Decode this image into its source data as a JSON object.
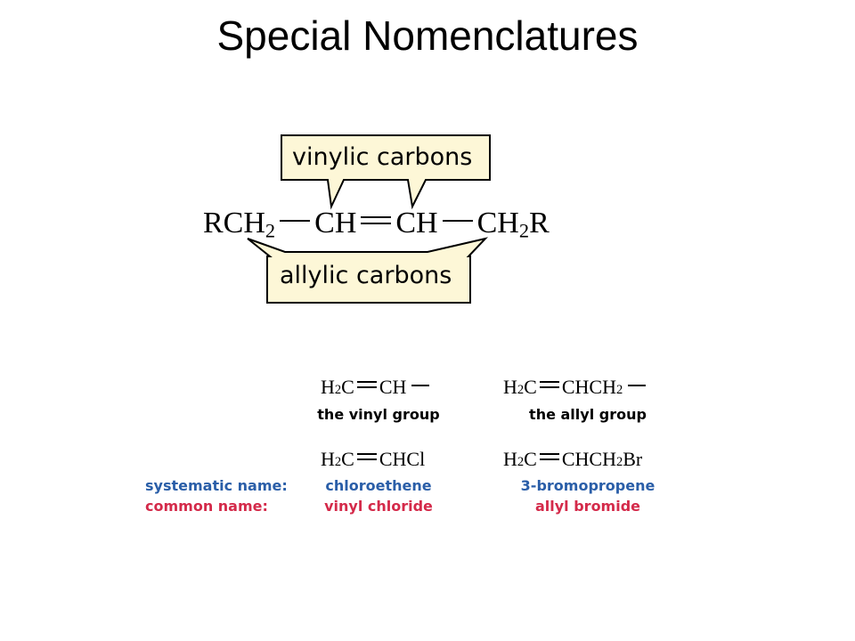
{
  "title": "Special Nomenclatures",
  "callouts": {
    "top": "vinylic carbons",
    "bottom": "allylic carbons",
    "fill_color": "#fdf7d7",
    "border_color": "#000000"
  },
  "main_formula": {
    "group1": "RCH",
    "group1_sub": "2",
    "group2": "CH",
    "group3": "CH",
    "group4": "CH",
    "group4_sub": "2",
    "group4_tail": "R"
  },
  "groups": [
    {
      "formula_a": "H",
      "formula_a_sub": "2",
      "formula_b": "C",
      "formula_c": "CH",
      "formula_sub": "",
      "name": "the vinyl group"
    },
    {
      "formula_a": "H",
      "formula_a_sub": "2",
      "formula_b": "C",
      "formula_c": "CHCH",
      "formula_sub": "2",
      "name": "the allyl group"
    }
  ],
  "compounds": [
    {
      "formula_a": "H",
      "formula_a_sub": "2",
      "formula_b": "C",
      "formula_c": "CHCl",
      "formula_sub": "",
      "formula_tail": "",
      "systematic": "chloroethene",
      "common": "vinyl chloride"
    },
    {
      "formula_a": "H",
      "formula_a_sub": "2",
      "formula_b": "C",
      "formula_c": "CHCH",
      "formula_sub": "2",
      "formula_tail": "Br",
      "systematic": "3-bromopropene",
      "common": "allyl bromide"
    }
  ],
  "row_labels": {
    "systematic": "systematic name:",
    "common": "common name:"
  },
  "colors": {
    "systematic": "#2a5ea8",
    "common": "#d42a4a"
  }
}
